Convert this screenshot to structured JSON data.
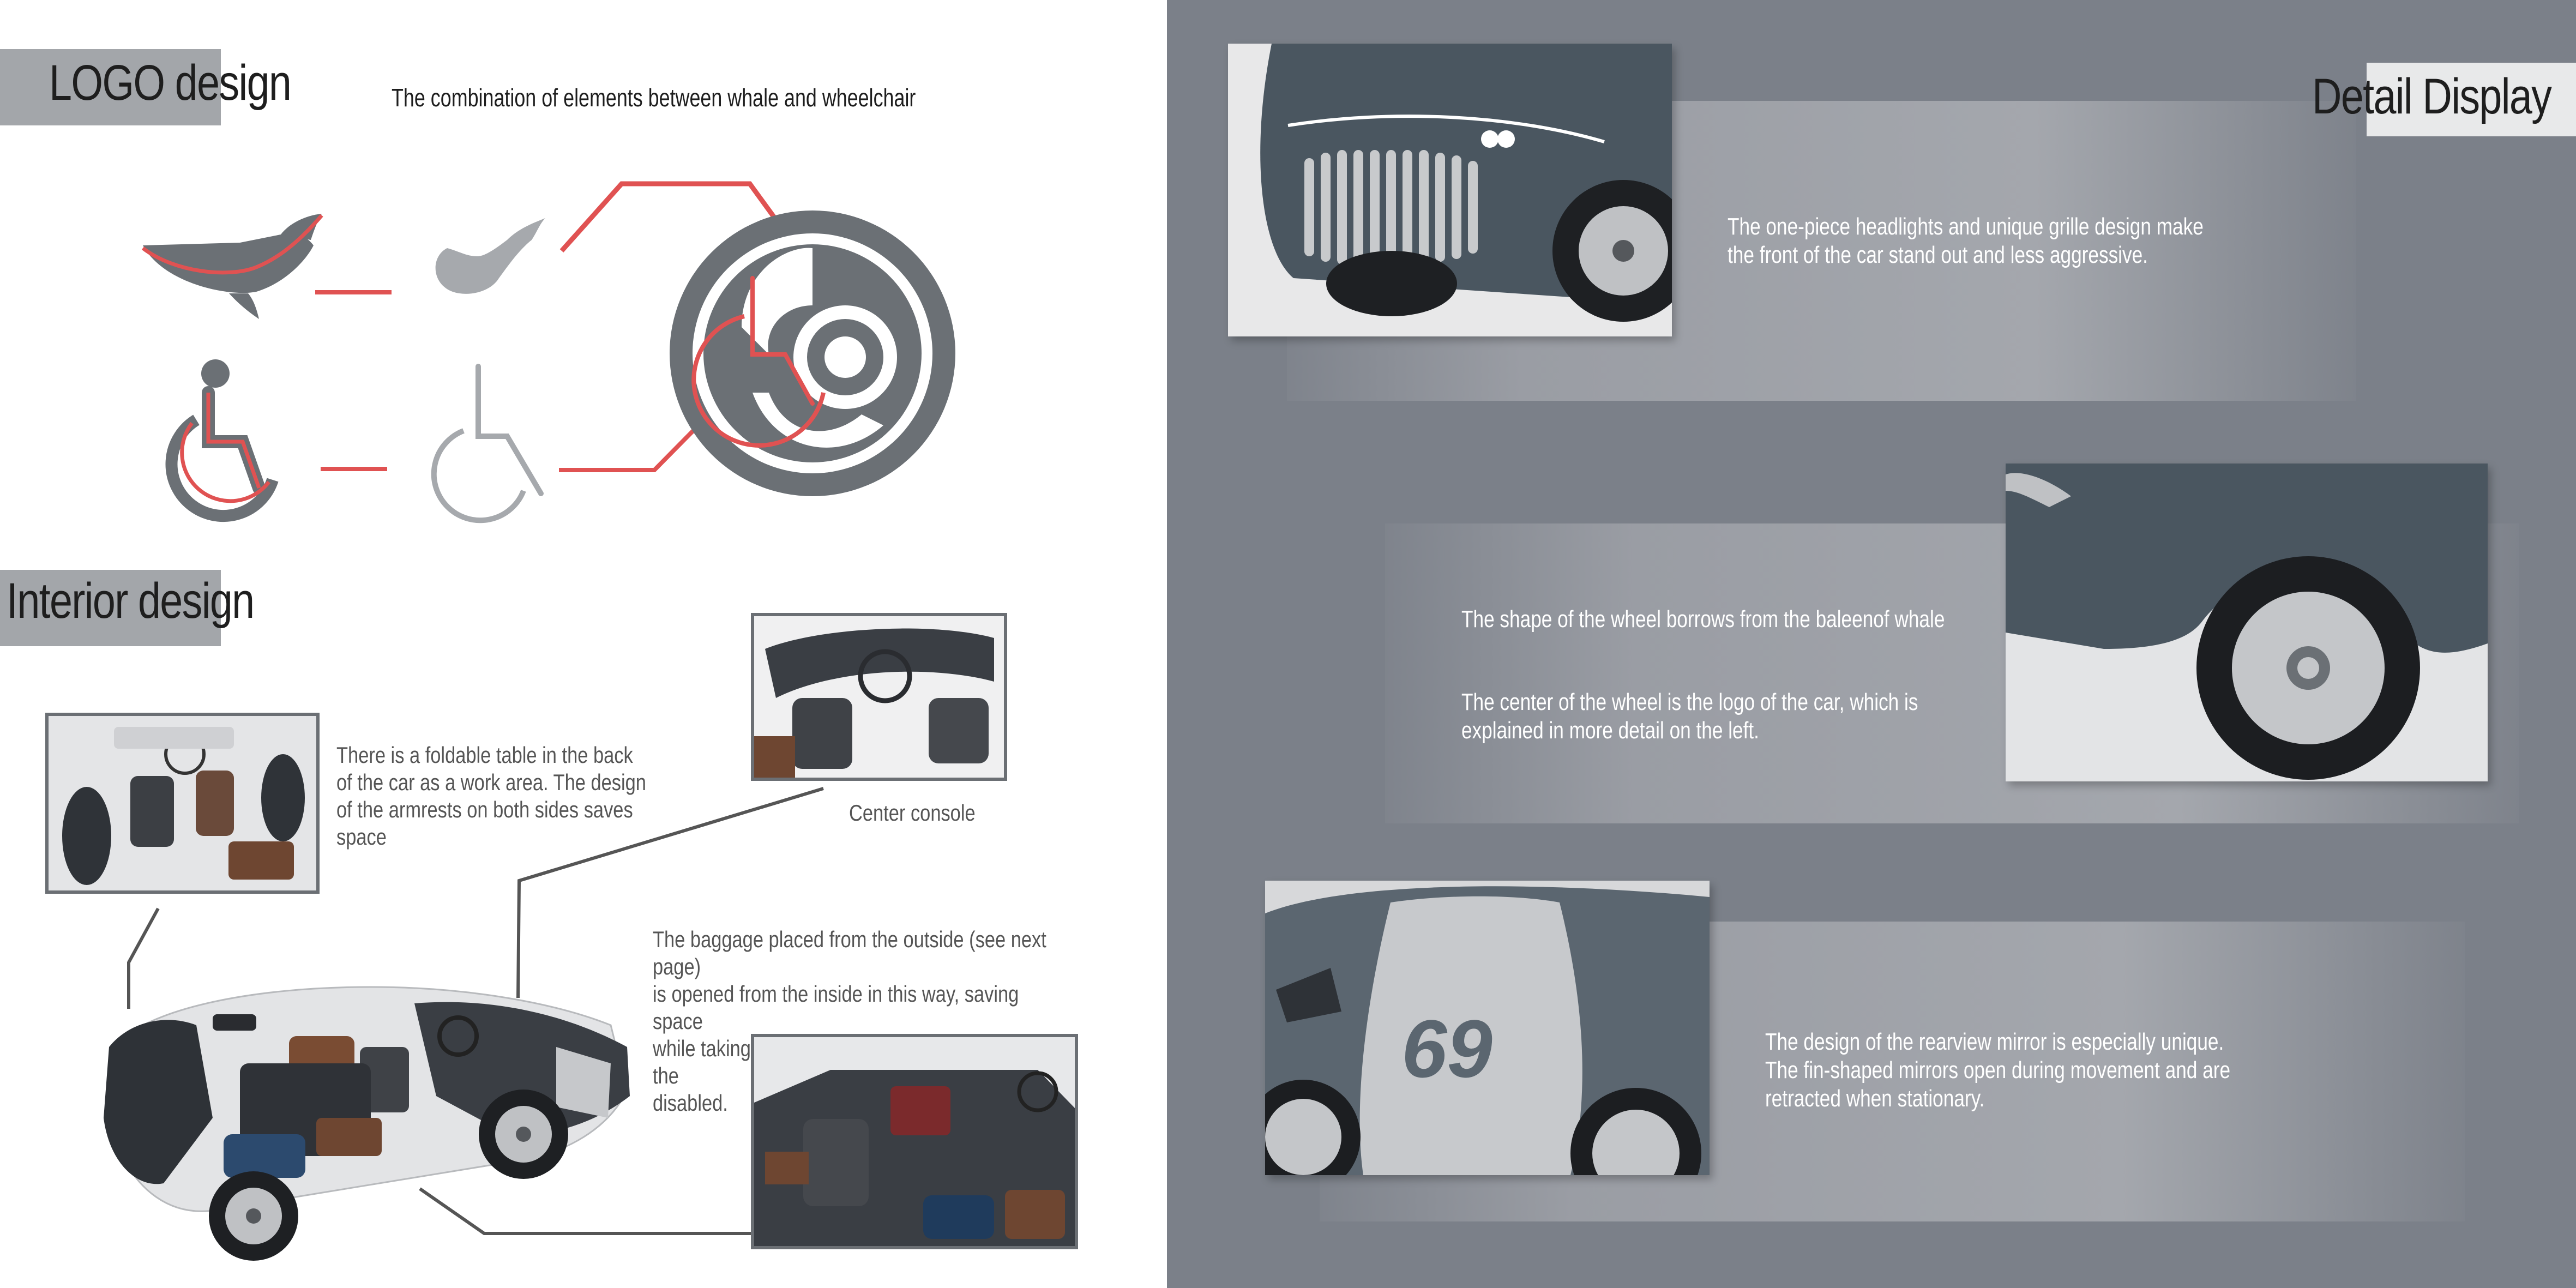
{
  "logo_section": {
    "title": "LOGO design",
    "subtitle": "The combination of elements between whale and wheelchair",
    "icons": [
      "whale-icon",
      "whale-tail-abstract-icon",
      "wheelchair-icon",
      "wheelchair-outline-icon",
      "logo-emblem"
    ]
  },
  "interior_section": {
    "title": "Interior design",
    "table_caption": "There is a foldable table in the back of the car as a work area. The design of the armrests on both sides saves space",
    "table_caption_lines": [
      "There is a foldable table in the back",
      "of the car as a work area. The design",
      "of the armrests on both sides saves",
      "space"
    ],
    "console_caption": "Center console",
    "baggage_caption_lines": [
      "The baggage placed from the outside (see next page)",
      "is opened from the inside in this way, saving space",
      "while taking into account the athletic ability of the",
      "disabled."
    ]
  },
  "detail_section": {
    "title": "Detail Display",
    "front_caption_lines": [
      "The one-piece headlights and unique grille design make",
      "the front of the car stand out and less aggressive."
    ],
    "wheel_caption_1": "The shape of the wheel borrows from the  baleenof whale",
    "wheel_caption_2_lines": [
      "The center of the wheel is the logo of the car, which is",
      "explained in more detail on the left."
    ],
    "mirror_caption_lines": [
      "The design of the rearview mirror is especially unique.",
      "The fin-shaped mirrors open during movement and are",
      "retracted when stationary."
    ],
    "car_number": "69"
  },
  "colors": {
    "accent_red": "#e05252",
    "logo_gray": "#6b7075",
    "light_gray": "#a6a9ad",
    "right_bg": "#7b8089",
    "car_body": "#4a5660"
  }
}
